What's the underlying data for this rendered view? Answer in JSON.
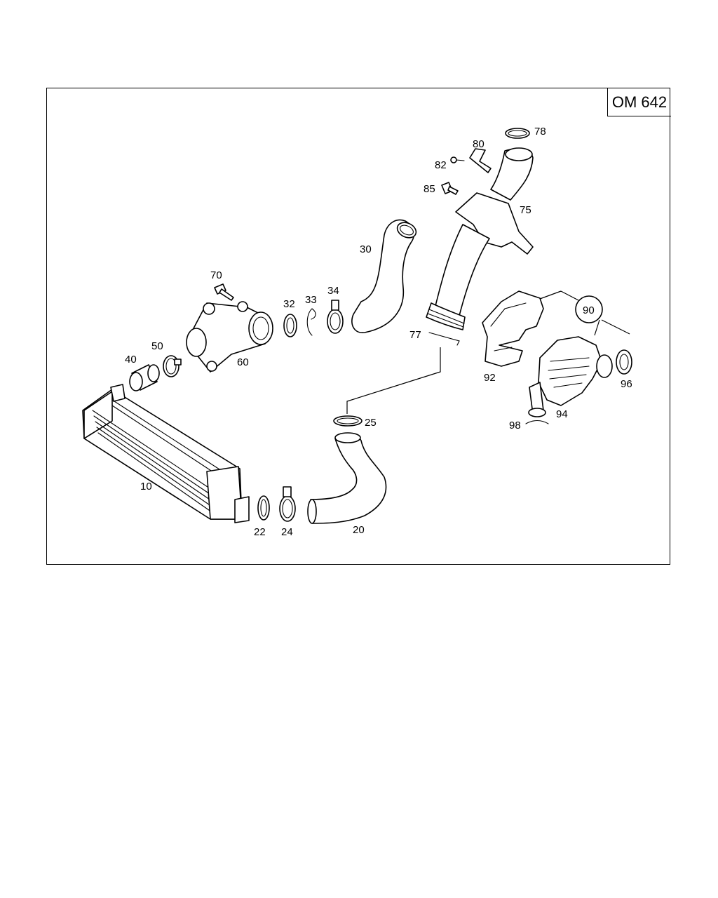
{
  "engine_code": "OM 642",
  "parts": {
    "p10": "10",
    "p20": "20",
    "p22": "22",
    "p24": "24",
    "p25": "25",
    "p30": "30",
    "p32": "32",
    "p33": "33",
    "p34": "34",
    "p40": "40",
    "p50": "50",
    "p60": "60",
    "p70": "70",
    "p75": "75",
    "p77": "77",
    "p78": "78",
    "p80": "80",
    "p82": "82",
    "p85": "85",
    "p90": "90",
    "p92": "92",
    "p94": "94",
    "p96": "96",
    "p98": "98"
  }
}
